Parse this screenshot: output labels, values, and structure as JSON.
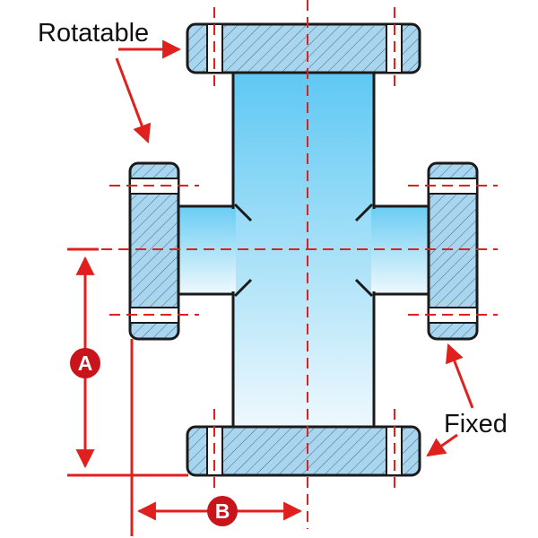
{
  "labels": {
    "rotatable": "Rotatable",
    "fixed": "Fixed",
    "dim_a": "A",
    "dim_b": "B"
  },
  "colors": {
    "outline": "#1a1a1a",
    "flange_fill": "#a9d6ee",
    "hatch": "#3b6f8f",
    "body_top": "#5ec8f3",
    "body_bottom": "#eef8fd",
    "centerline": "#e0201d",
    "arrow": "#e0201d",
    "badge_fill": "#c8141b",
    "badge_text": "#ffffff"
  }
}
